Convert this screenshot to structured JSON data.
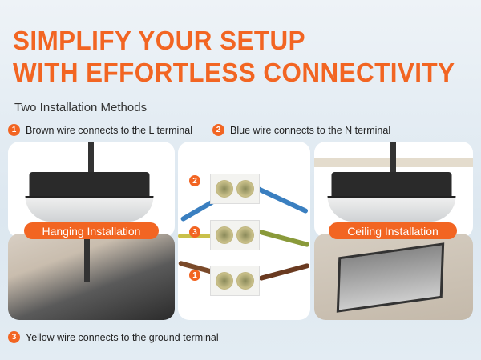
{
  "headline": {
    "line1": "SIMPLIFY YOUR SETUP",
    "line2": "WITH EFFORTLESS CONNECTIVITY"
  },
  "subtitle": "Two Installation Methods",
  "steps": [
    {
      "num": "1",
      "text": "Brown wire connects to the L terminal"
    },
    {
      "num": "2",
      "text": "Blue wire connects to the N terminal"
    },
    {
      "num": "3",
      "text": "Yellow wire connects to the ground terminal"
    }
  ],
  "labels": {
    "hanging": "Hanging Installation",
    "ceiling": "Ceiling Installation"
  },
  "terminal_badges": [
    "2",
    "3",
    "1"
  ],
  "colors": {
    "accent": "#f26522"
  }
}
